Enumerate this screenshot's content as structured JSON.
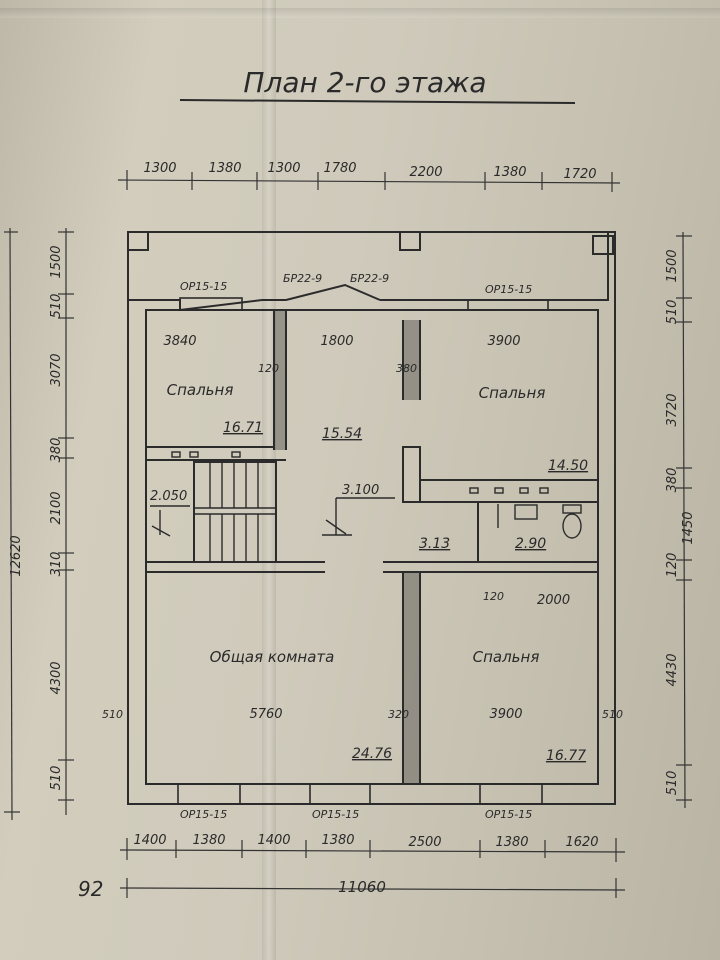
{
  "title": "План 2-го этажа",
  "top_dims": [
    "1300",
    "1380",
    "1300",
    "1780",
    "2200",
    "1380",
    "1720"
  ],
  "bottom_dims": [
    "1400",
    "1380",
    "1400",
    "1380",
    "2500",
    "1380",
    "1620"
  ],
  "total_width": "11060",
  "left_dims": [
    "1500",
    "510",
    "3070",
    "380",
    "2100",
    "310",
    "4300",
    "510"
  ],
  "total_height": "12620",
  "right_dims": [
    "1500",
    "510",
    "3720",
    "380",
    "120",
    "1450",
    "4430",
    "510"
  ],
  "rooms": {
    "bedroom_nw": {
      "label": "Спальня",
      "width": "3840",
      "area": "16.71"
    },
    "hall": {
      "width": "1800",
      "area": "15.54"
    },
    "bedroom_ne": {
      "label": "Спальня",
      "width": "3900",
      "area": "14.50"
    },
    "living": {
      "label": "Общая комната",
      "width": "5760",
      "area": "24.76"
    },
    "bedroom_se": {
      "label": "Спальня",
      "width": "3900",
      "area": "16.77"
    }
  },
  "windows": [
    "ОР15-15",
    "ОР15-15",
    "ОР15-15",
    "ОР15-15",
    "ОР15-15"
  ],
  "doors": [
    "БР22-9",
    "БР22-9"
  ],
  "marks": {
    "wall_120": "120",
    "wall_380": "380",
    "wall_120b": "120",
    "len_2000": "2000",
    "level_stair": "2.050",
    "level_hall": "3.100",
    "area_wc": "3.13",
    "area_bath": "2.90",
    "wall_510_left": "510",
    "wall_320": "320",
    "wall_510_right": "510"
  },
  "corner_note": "92"
}
